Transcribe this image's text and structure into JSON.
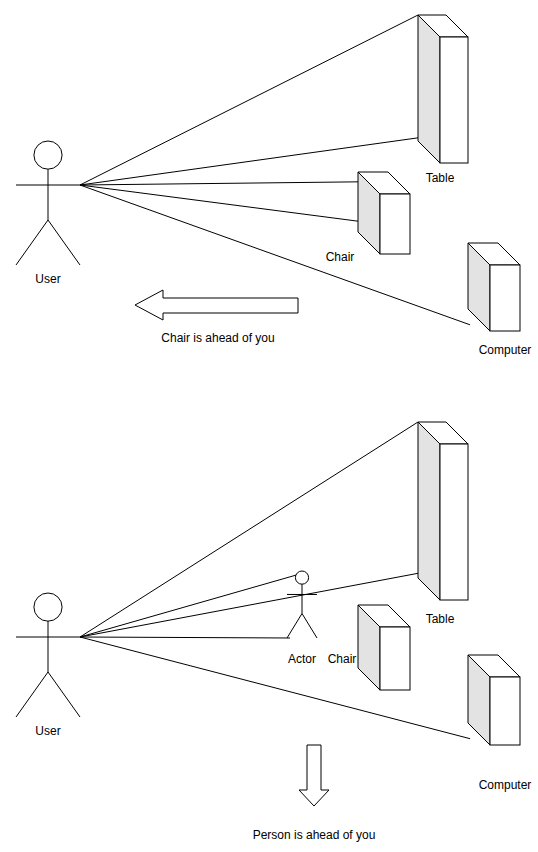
{
  "diagram": {
    "nodes": [
      {
        "text": [
          "User"
        ]
      },
      {
        "text": [
          "Table"
        ]
      },
      {
        "text": [
          "Chair"
        ]
      },
      {
        "text": [
          "Computer"
        ]
      },
      {
        "text": [
          "User"
        ]
      },
      {
        "text": [
          "Actor"
        ]
      },
      {
        "text": [
          "Table"
        ]
      },
      {
        "text": [
          "Chair"
        ]
      },
      {
        "text": [
          "Computer"
        ]
      }
    ],
    "edges": [
      {
        "from": 0,
        "to": 1,
        "arrow": "none"
      },
      {
        "from": 0,
        "to": 2,
        "arrow": "none"
      },
      {
        "from": 0,
        "to": 3,
        "arrow": "none"
      },
      {
        "from": 4,
        "to": 6,
        "arrow": "none"
      },
      {
        "from": 4,
        "to": 5,
        "arrow": "none"
      },
      {
        "from": 4,
        "to": 8,
        "arrow": "none"
      }
    ],
    "labels": [
      "Chair is ahead of you",
      "Person is ahead of you"
    ]
  }
}
